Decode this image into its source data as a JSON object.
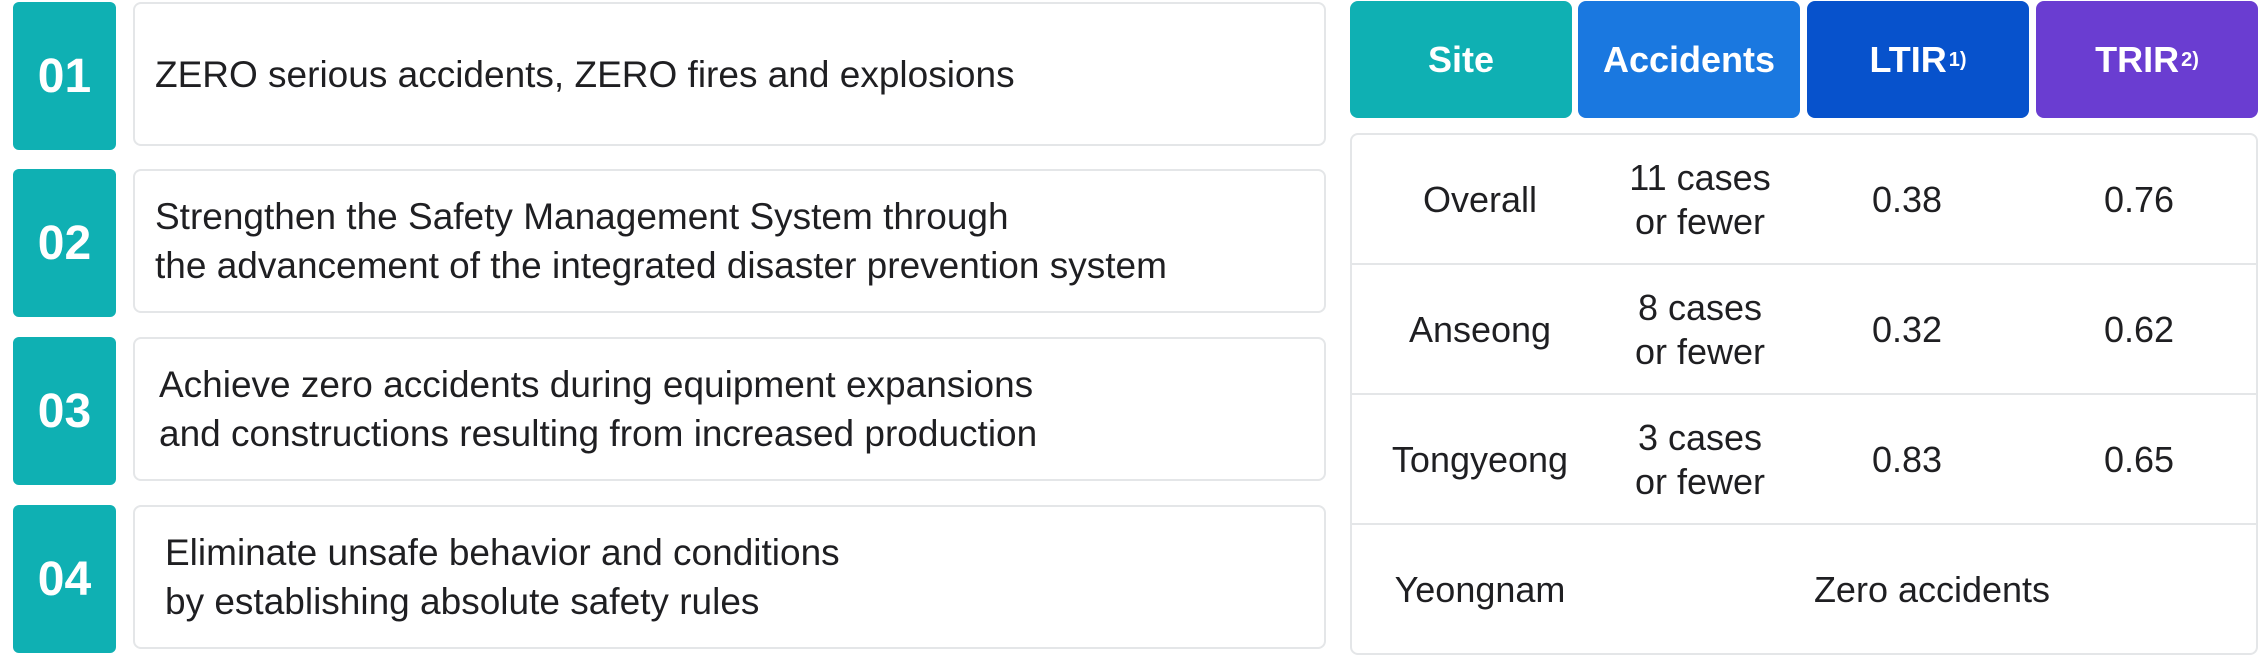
{
  "goals": [
    {
      "number": "01",
      "text": "ZERO serious accidents, ZERO fires and explosions"
    },
    {
      "number": "02",
      "text": "Strengthen the Safety Management System through\nthe advancement of the integrated disaster prevention system"
    },
    {
      "number": "03",
      "text": "Achieve zero accidents during equipment expansions\nand constructions resulting from increased production"
    },
    {
      "number": "04",
      "text": "Eliminate unsafe behavior and conditions\nby establishing absolute safety rules"
    }
  ],
  "table": {
    "headers": {
      "site": "Site",
      "accidents": "Accidents",
      "ltir": "LTIR",
      "ltir_note": "1)",
      "trir": "TRIR",
      "trir_note": "2)"
    },
    "header_colors": {
      "site": "#0fb0b3",
      "accidents": "#1a78e0",
      "ltir": "#0752cc",
      "trir": "#6a3dd1"
    },
    "rows": [
      {
        "site": "Overall",
        "accidents": "11 cases\nor fewer",
        "ltir": "0.38",
        "trir": "0.76"
      },
      {
        "site": "Anseong",
        "accidents": "8 cases\nor fewer",
        "ltir": "0.32",
        "trir": "0.62"
      },
      {
        "site": "Tongyeong",
        "accidents": "3 cases\nor fewer",
        "ltir": "0.83",
        "trir": "0.65"
      }
    ],
    "last_row": {
      "site": "Yeongnam",
      "value": "Zero accidents"
    }
  }
}
